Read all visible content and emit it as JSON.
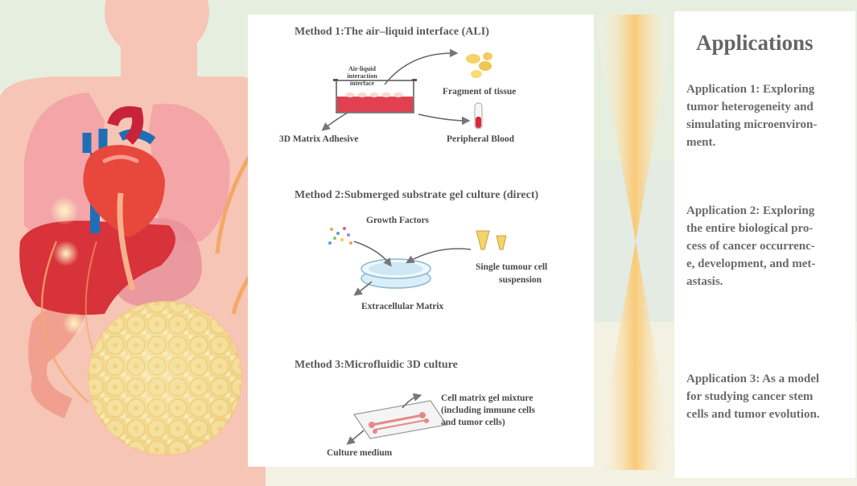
{
  "methods": [
    {
      "title": "Method 1:The air–liquid interface (ALI)",
      "labels": {
        "interface": "Air-liquid interaction interface",
        "tissue": "Fragment of tissue",
        "adhesive": "3D Matrix Adhesive",
        "blood": "Peripheral Blood"
      }
    },
    {
      "title": "Method 2:Submerged substrate gel culture (direct)",
      "labels": {
        "growth": "Growth Factors",
        "suspension_1": "Single  tumour cell",
        "suspension_2": "suspension",
        "ecm": "Extracellular Matrix"
      }
    },
    {
      "title": "Method 3:Microfluidic 3D culture",
      "labels": {
        "gel_1": "Cell matrix gel mixture",
        "gel_2": "(including immune cells",
        "gel_3": "and tumor cells)",
        "medium": "Culture medium"
      }
    }
  ],
  "applications": {
    "heading": "Applications",
    "items": [
      [
        "Application 1: Exploring",
        "tumor heterogeneity and",
        "simulating  microenviron-",
        "ment."
      ],
      [
        "Application 2: Exploring",
        "the entire biological pro-",
        "cess of cancer occurrenc-",
        "e, development, and met-",
        "astasis."
      ],
      [
        "Application 3: As a model",
        "for studying cancer stem",
        "cells and tumor evolution."
      ]
    ]
  },
  "colors": {
    "background_top": "#e6efdf",
    "body_skin": "#f6c5b5",
    "liver": "#d8323a",
    "heart": "#e8483c",
    "vessel_blue": "#1f6fb7",
    "arrow_orange": "#f4a868",
    "panel": "#ffffff",
    "organoid": "#f3d98a"
  }
}
